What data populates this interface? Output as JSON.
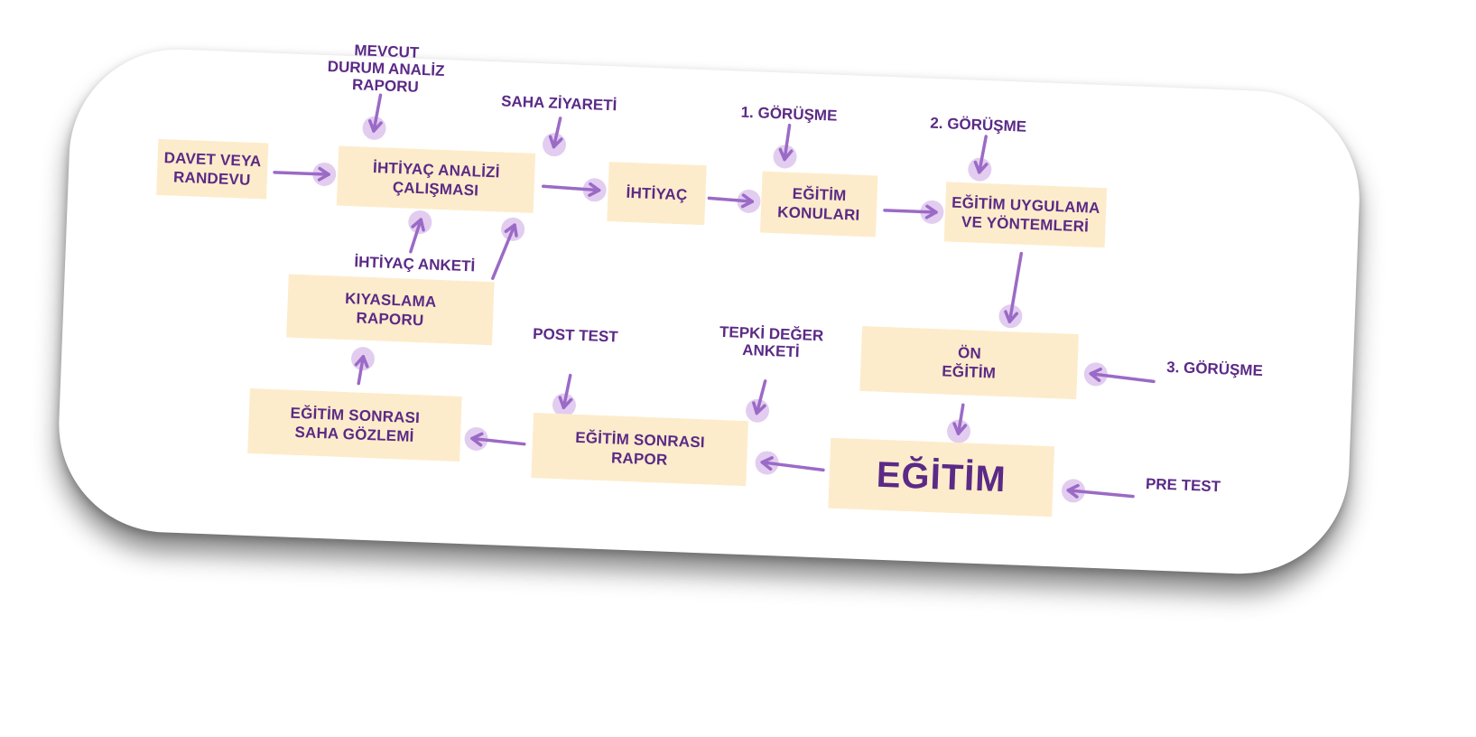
{
  "colors": {
    "box_fill": "#fdeccb",
    "text": "#5b2a86",
    "arrow": "#9b6ac6",
    "arrow_head_halo": "#e2cdf0"
  },
  "diagram": {
    "boxes": {
      "davet": "DAVET VEYA\nRANDEVU",
      "ihtiyac_analizi": "İHTİYAÇ ANALİZİ\nÇALIŞMASI",
      "ihtiyac": "İHTİYAÇ",
      "egitim_konulari": "EĞİTİM\nKONULARI",
      "egitim_uygulama": "EĞİTİM UYGULAMA\nVE YÖNTEMLERİ",
      "kiyaslama": "KIYASLAMA\nRAPORU",
      "on_egitim": "ÖN\nEĞİTİM",
      "egitim": "EĞİTİM",
      "egitim_sonrasi_rapor": "EĞİTİM SONRASI\nRAPOR",
      "egitim_sonrasi_saha": "EĞİTİM SONRASI\nSAHA GÖZLEMİ"
    },
    "labels": {
      "mevcut_durum": "MEVCUT\nDURUM ANALİZ\nRAPORU",
      "saha_ziyareti": "SAHA ZİYARETİ",
      "gorusme_1": "1. GÖRÜŞME",
      "gorusme_2": "2.  GÖRÜŞME",
      "ihtiyac_anketi": "İHTİYAÇ ANKETİ",
      "post_test": "POST TEST",
      "tepki_deger": "TEPKİ DEĞER\nANKETİ",
      "gorusme_3": "3. GÖRÜŞME",
      "pre_test": "PRE TEST"
    }
  }
}
